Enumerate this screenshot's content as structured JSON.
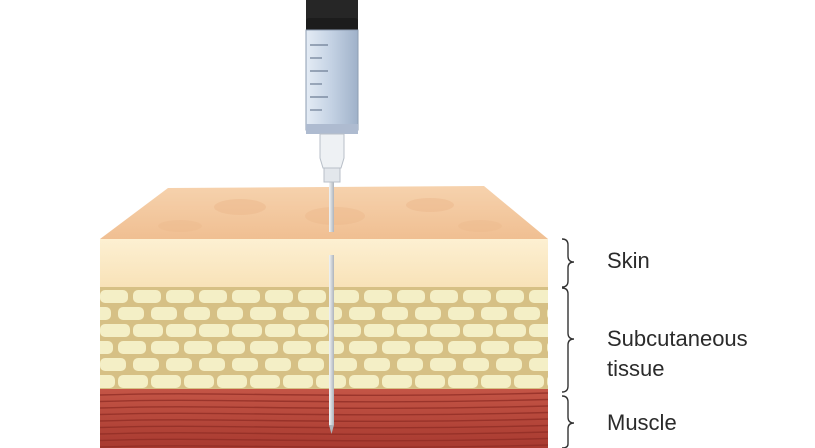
{
  "labels": {
    "skin": "Skin",
    "subcutaneous_line1": "Subcutaneous",
    "subcutaneous_line2": "tissue",
    "muscle": "Muscle"
  },
  "colors": {
    "skin_top": "#f3c8a0",
    "skin_layer": "#fbe9c6",
    "fat_background": "#d8c489",
    "fat_cells": "#f4efc6",
    "muscle": "#b9463a",
    "syringe_barrel": "#c9d6e6",
    "syringe_plunger": "#2a2a2a",
    "needle": "#d9dde2"
  }
}
